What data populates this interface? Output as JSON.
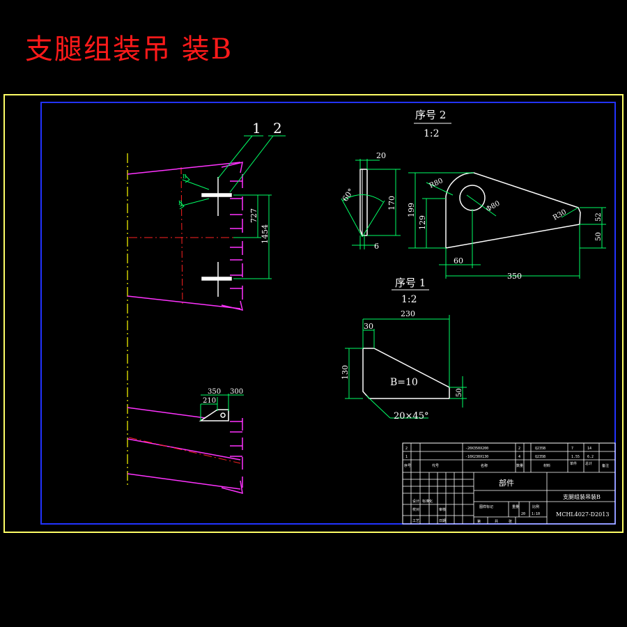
{
  "page_title": "支腿组装吊 装B",
  "colors": {
    "background": "#000000",
    "title": "#ff1a1a",
    "outer_frame": "#ffff66",
    "inner_frame": "#2233ff",
    "part": "#ffffff",
    "dimension": "#00ff66",
    "leg": "#ff33ff",
    "centerline": "#ff2222",
    "hidden": "#ffff00"
  },
  "assembly": {
    "balloons": [
      "1",
      "2"
    ],
    "dims": [
      "727",
      "1454"
    ],
    "weld_symbols": [
      "B",
      "B"
    ],
    "small_dims": [
      "350",
      "300",
      "210"
    ]
  },
  "part2": {
    "label": "序号 2",
    "scale": "1:2",
    "side_dims": [
      "20",
      "170",
      "60°",
      "6"
    ],
    "dims": [
      "R80",
      "Φ80",
      "R30",
      "199",
      "129",
      "60",
      "350",
      "52",
      "50"
    ]
  },
  "part1": {
    "label": "序号 1",
    "scale": "1:2",
    "dims": [
      "230",
      "30",
      "130",
      "50"
    ],
    "thickness": "B=10",
    "chamfer": "20×45°"
  },
  "title_block": {
    "bom_rows": [
      {
        "no": "2",
        "spec": "-20X350X200",
        "qty": "2",
        "material": "Q235B",
        "unit_wt": "7",
        "total_wt": "14"
      },
      {
        "no": "1",
        "spec": "-10X230X130",
        "qty": "4",
        "material": "Q235B",
        "unit_wt": "1.55",
        "total_wt": "6.2"
      }
    ],
    "bom_header": [
      "序号",
      "代号",
      "名称",
      "数量",
      "材料",
      "单件",
      "总计",
      "备注"
    ],
    "part_label": "部件",
    "drawing_name": "支腿组装吊装B",
    "drawing_no": "MCHL4027-D2013",
    "sign_labels": [
      "设计",
      "校对",
      "审核",
      "工艺",
      "标准化",
      "日期"
    ],
    "footer": [
      "图样标记",
      "重量",
      "比例",
      "共",
      "张",
      "第"
    ],
    "weight": "20",
    "scale": "1:10"
  }
}
